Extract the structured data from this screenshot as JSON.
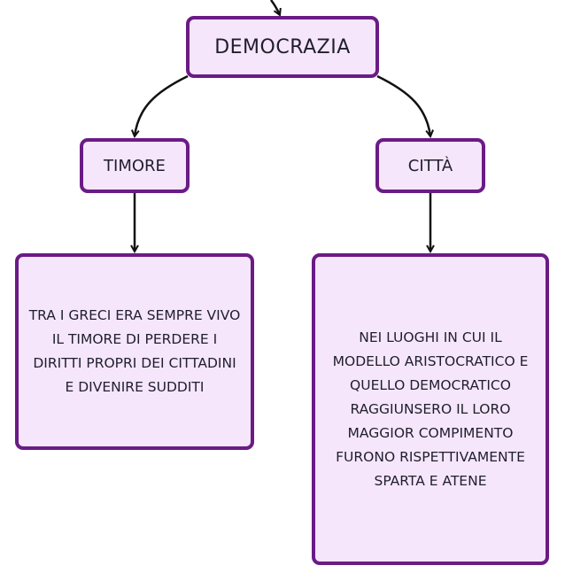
{
  "diagram": {
    "root": {
      "label": "DEMOCRAZIA"
    },
    "branches": [
      {
        "label": "TIMORE",
        "description": "TRA I GRECI ERA SEMPRE VIVO IL TIMORE DI PERDERE I DIRITTI PROPRI DEI CITTADINI E DIVENIRE SUDDITI"
      },
      {
        "label": "CITTÀ",
        "description": "NEI LUOGHI IN CUI IL MODELLO ARISTOCRATICO E QUELLO DEMOCRATICO RAGGIUNSERO IL LORO MAGGIOR COMPIMENTO FURONO RISPETTIVAMENTE SPARTA E ATENE"
      }
    ]
  },
  "colors": {
    "node_fill": "#f6e6fb",
    "node_border": "#6a1b86",
    "connector": "#111111",
    "text": "#1f1f2e"
  }
}
